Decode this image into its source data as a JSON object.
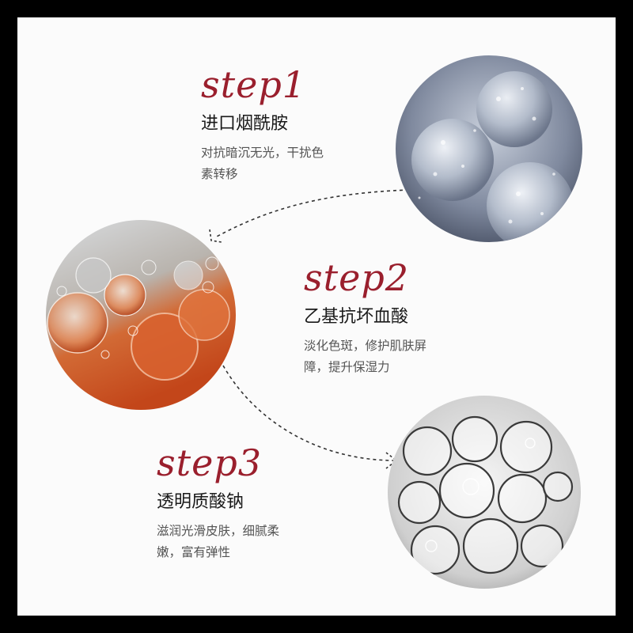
{
  "steps": [
    {
      "title": "step1",
      "name": "进口烟酰胺",
      "desc_line1": "对抗暗沉无光，干扰色",
      "desc_line2": "素转移",
      "image": "silver-blue-bubble-spheres"
    },
    {
      "title": "step2",
      "name": "乙基抗坏血酸",
      "desc_line1": "淡化色斑，修护肌肤屏",
      "desc_line2": "障，提升保湿力",
      "image": "orange-oil-droplets"
    },
    {
      "title": "step3",
      "name": "透明质酸钠",
      "desc_line1": "滋润光滑皮肤，细腻柔",
      "desc_line2": "嫩，富有弹性",
      "image": "clear-foam-bubbles"
    }
  ],
  "colors": {
    "step_title": "#9a1f2d",
    "frame": "#000000",
    "background": "#fbfbfb"
  }
}
